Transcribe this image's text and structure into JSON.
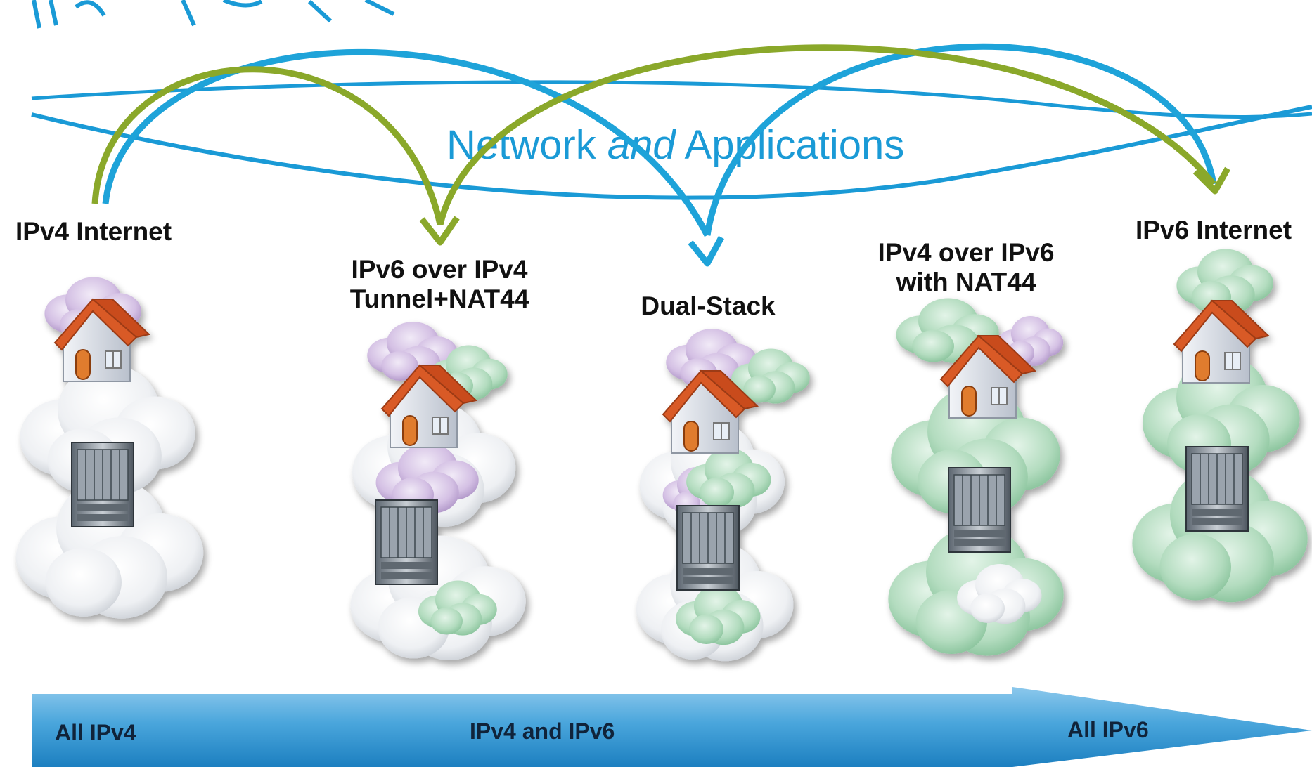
{
  "banner": {
    "text_before": "Network ",
    "text_italic": "and",
    "text_after": " Applications"
  },
  "stages": [
    {
      "id": "ipv4-internet",
      "title_lines": [
        "IPv4 Internet"
      ]
    },
    {
      "id": "ipv6-over-ipv4",
      "title_lines": [
        "IPv6 over IPv4",
        "Tunnel+NAT44"
      ]
    },
    {
      "id": "dual-stack",
      "title_lines": [
        "Dual-Stack"
      ]
    },
    {
      "id": "ipv4-over-ipv6",
      "title_lines": [
        "IPv4 over IPv6",
        "with NAT44"
      ]
    },
    {
      "id": "ipv6-internet",
      "title_lines": [
        "IPv6 Internet"
      ]
    }
  ],
  "timeline": {
    "left_label": "All IPv4",
    "middle_label": "IPv4 and IPv6",
    "right_label": "All IPv6"
  },
  "colors": {
    "ipv4_cloud": "#ffffff",
    "ipv6_cloud": "#a6d8b4",
    "ipv4_private_cloud": "#c9b3da",
    "green_arrow": "#8aa82a",
    "blue_arrow": "#1ea3d9",
    "timeline_arrow": "#3a9fd6"
  }
}
